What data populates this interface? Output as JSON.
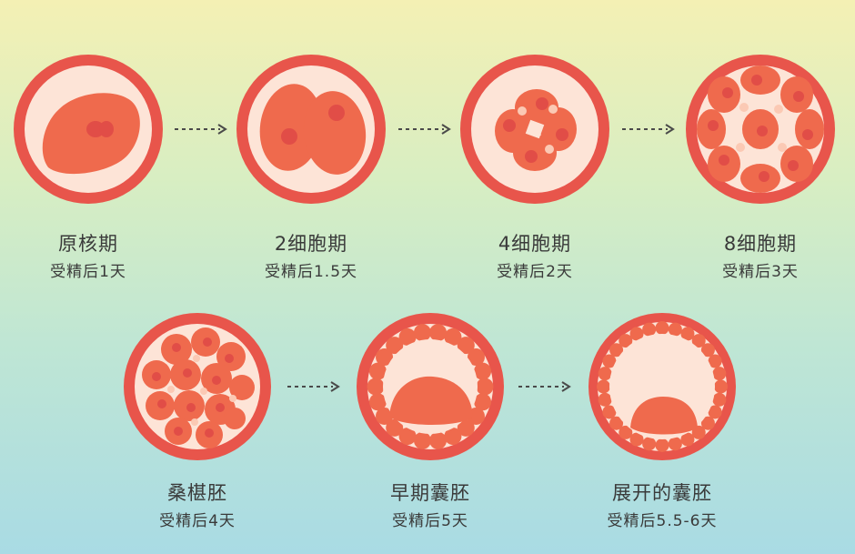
{
  "stages": [
    {
      "name": "原核期",
      "time": "受精后1天"
    },
    {
      "name": "2细胞期",
      "time": "受精后1.5天"
    },
    {
      "name": "4细胞期",
      "time": "受精后2天"
    },
    {
      "name": "8细胞期",
      "time": "受精后3天"
    },
    {
      "name": "桑椹胚",
      "time": "受精后4天"
    },
    {
      "name": "早期囊胚",
      "time": "受精后5天"
    },
    {
      "name": "展开的囊胚",
      "time": "受精后5.5-6天"
    }
  ],
  "colors": {
    "ring": "#e8554b",
    "inner": "#fde4d7",
    "cell": "#ef6a4d",
    "nucleus": "#e14d47",
    "arrow": "#4a4a4a",
    "text": "#3a3a3a"
  }
}
